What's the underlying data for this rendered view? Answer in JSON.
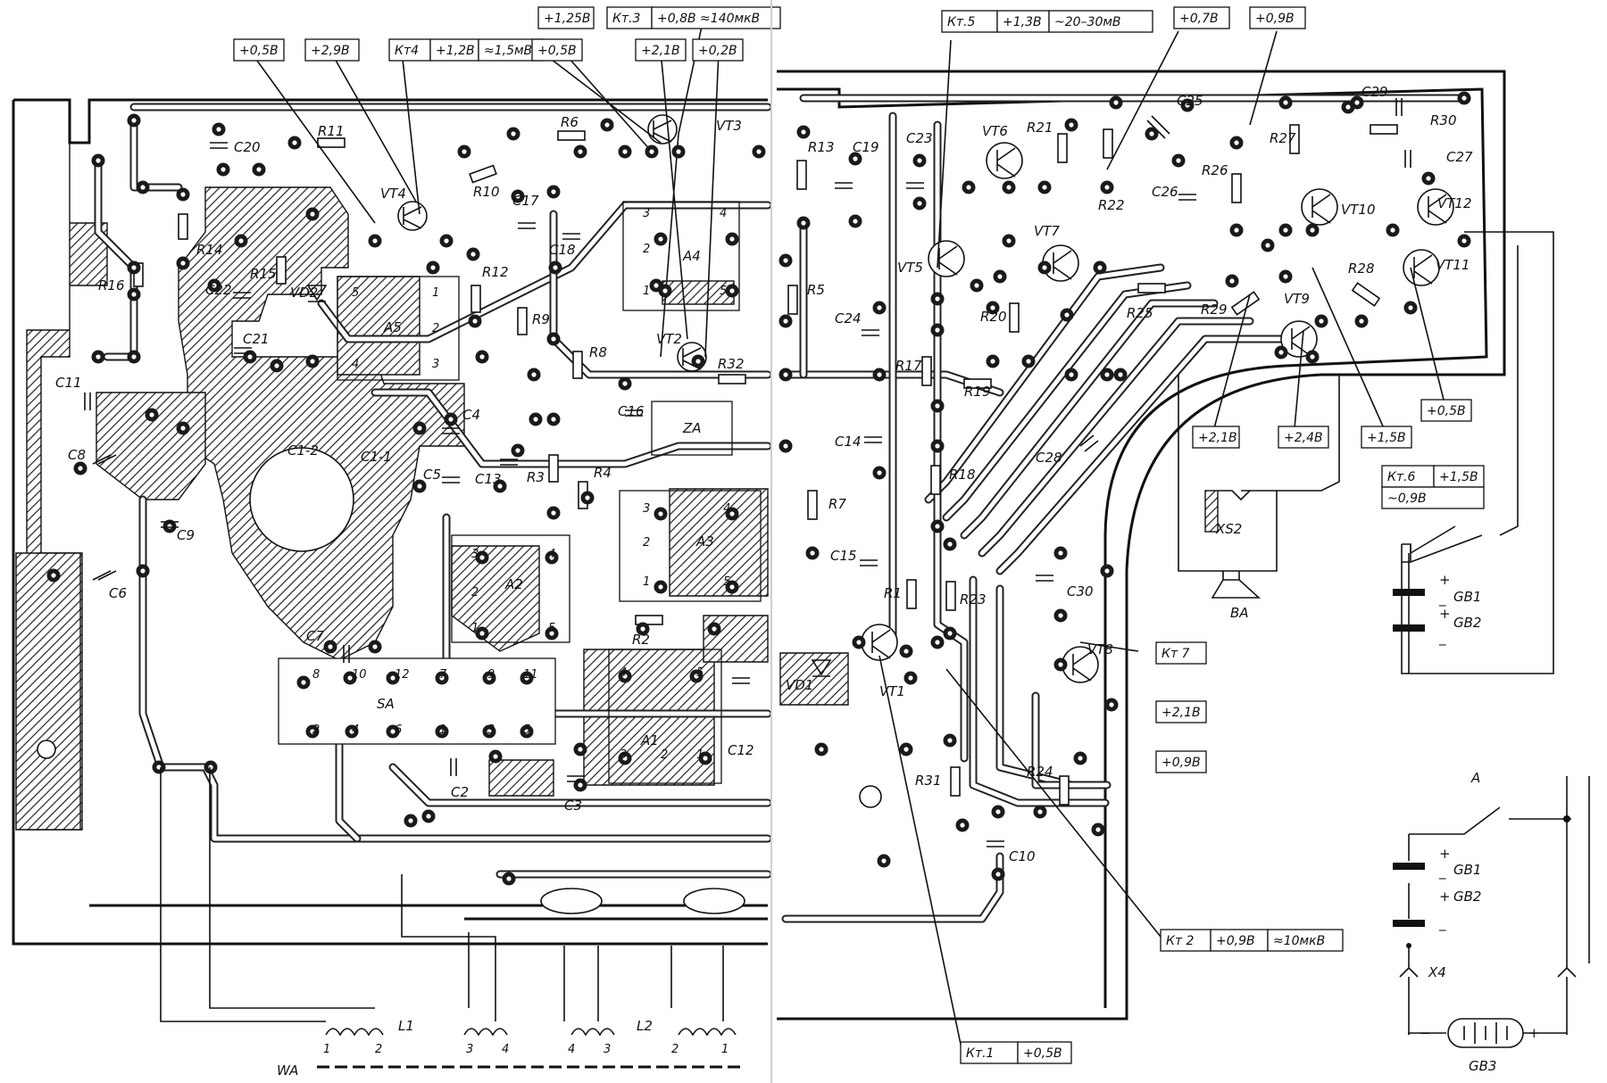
{
  "left_board": {
    "voltage_tags": [
      {
        "id": "v1",
        "parts": [
          "+0,5В"
        ]
      },
      {
        "id": "v2",
        "parts": [
          "+2,9В"
        ]
      },
      {
        "id": "v3",
        "parts": [
          "Кт4",
          "+1,2В",
          "≈1,5мВ"
        ]
      },
      {
        "id": "v4",
        "parts": [
          "+1,25В"
        ]
      },
      {
        "id": "v5",
        "parts": [
          "Кт.3",
          "+0,8В ≈140мкВ"
        ]
      },
      {
        "id": "v6",
        "parts": [
          "+0,5В"
        ]
      },
      {
        "id": "v7",
        "parts": [
          "+2,1В"
        ]
      },
      {
        "id": "v8",
        "parts": [
          "+0,2В"
        ]
      }
    ],
    "components": {
      "resistors": [
        "R16",
        "R14",
        "R11",
        "R15",
        "R10",
        "R12",
        "R6",
        "R9",
        "R8",
        "R3",
        "R4",
        "R2",
        "R32"
      ],
      "capacitors": [
        "C20",
        "C22",
        "C21",
        "C11",
        "C8",
        "C9",
        "C6",
        "C17",
        "C18",
        "C4",
        "C5",
        "C13",
        "C16",
        "C7",
        "C2",
        "C3",
        "C12",
        "C1-2",
        "C1-1"
      ],
      "transistors": [
        "VT4",
        "VT3",
        "VT2"
      ],
      "diodes": [
        "VD2"
      ],
      "modules": [
        "A5",
        "A4",
        "A3",
        "A2",
        "A1",
        "ZA",
        "SA"
      ],
      "antenna": "WA",
      "coils": [
        "L1",
        "L2"
      ]
    },
    "pins": {
      "A5": [
        "1",
        "2",
        "3",
        "4",
        "5"
      ],
      "A4": [
        "1",
        "2",
        "3",
        "4",
        "5"
      ],
      "A3": [
        "1",
        "2",
        "3",
        "4",
        "5"
      ],
      "A2": [
        "1",
        "2",
        "3",
        "4",
        "5"
      ],
      "A1": [
        "1",
        "2",
        "3",
        "4",
        "5"
      ],
      "SA": [
        "8",
        "10",
        "12",
        "7",
        "9",
        "11",
        "2",
        "4",
        "6",
        "1",
        "3",
        "5"
      ],
      "L1": [
        "1",
        "2",
        "3",
        "4"
      ],
      "L2": [
        "4",
        "3",
        "2",
        "1"
      ]
    }
  },
  "right_board": {
    "voltage_tags": [
      {
        "id": "r1",
        "parts": [
          "Кт.5",
          "+1,3В",
          "~20–30мВ"
        ]
      },
      {
        "id": "r2",
        "parts": [
          "+0,7В"
        ]
      },
      {
        "id": "r3",
        "parts": [
          "+0,9В"
        ]
      },
      {
        "id": "r4",
        "parts": [
          "+2,1В"
        ]
      },
      {
        "id": "r5",
        "parts": [
          "+2,4В"
        ]
      },
      {
        "id": "r6",
        "parts": [
          "+1,5В"
        ]
      },
      {
        "id": "r7",
        "parts": [
          "+0,5В"
        ]
      },
      {
        "id": "r8",
        "parts": [
          "Кт.6",
          "+1,5В",
          "~0,9В"
        ]
      },
      {
        "id": "r9",
        "parts": [
          "Кт 7"
        ]
      },
      {
        "id": "r10",
        "parts": [
          "+2,1В"
        ]
      },
      {
        "id": "r11",
        "parts": [
          "+0,9В"
        ]
      },
      {
        "id": "r12",
        "parts": [
          "Кт 2",
          "+0,9В",
          "≈10мкВ"
        ]
      },
      {
        "id": "r13",
        "parts": [
          "Кт.1",
          "+0,5В"
        ]
      }
    ],
    "components": {
      "resistors": [
        "R13",
        "R5",
        "R7",
        "R1",
        "R17",
        "R18",
        "R19",
        "R20",
        "R21",
        "R22",
        "R23",
        "R24",
        "R25",
        "R26",
        "R27",
        "R28",
        "R29",
        "R30",
        "R31"
      ],
      "capacitors": [
        "C19",
        "C23",
        "C24",
        "C14",
        "C15",
        "C25",
        "C26",
        "C28",
        "C29",
        "C27",
        "C30",
        "C10"
      ],
      "transistors": [
        "VT5",
        "VT6",
        "VT7",
        "VT8",
        "VT9",
        "VT10",
        "VT11",
        "VT12",
        "VT1"
      ],
      "diodes": [
        "VD1"
      ],
      "jack": "XS2",
      "speaker": "BA",
      "batteries": [
        "GB1",
        "GB2",
        "GB3"
      ],
      "connector": "X4",
      "node": "A"
    }
  }
}
